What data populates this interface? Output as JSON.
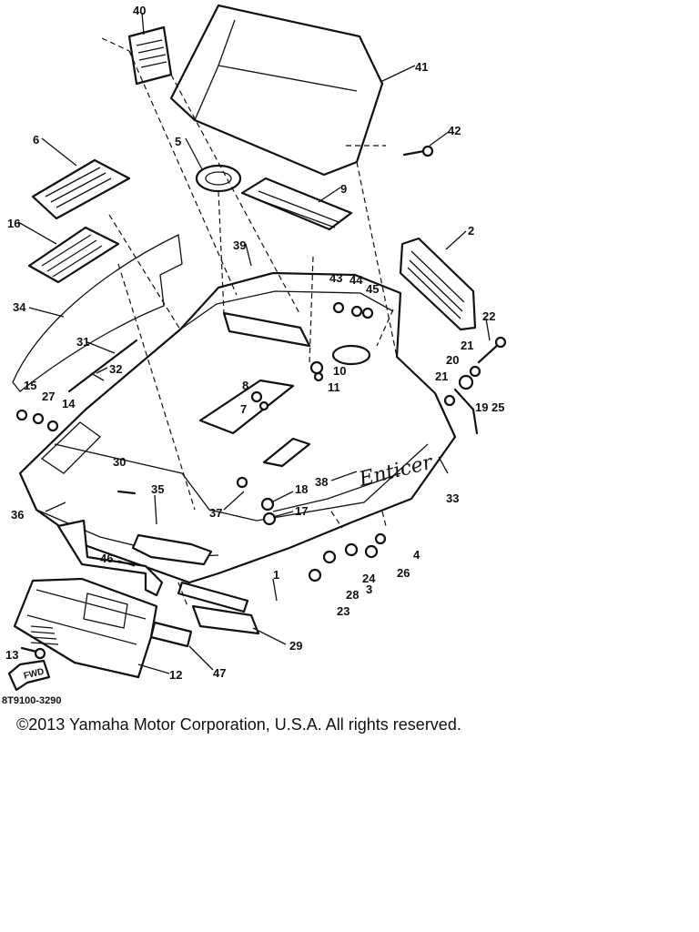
{
  "diagram": {
    "callouts": [
      "40",
      "41",
      "42",
      "5",
      "6",
      "16",
      "9",
      "39",
      "2",
      "43",
      "44",
      "45",
      "22",
      "21",
      "20",
      "34",
      "31",
      "32",
      "15",
      "27",
      "14",
      "8",
      "7",
      "10",
      "11",
      "21",
      "19",
      "25",
      "30",
      "35",
      "38",
      "36",
      "18",
      "17",
      "37",
      "33",
      "46",
      "4",
      "26",
      "3",
      "24",
      "28",
      "23",
      "1",
      "29",
      "13",
      "12",
      "47"
    ],
    "brand_script": "Enticer",
    "front_arrow_text": "FWD",
    "catalog_number": "8T9100-3290"
  },
  "footer": {
    "copyright": "©2013 Yamaha Motor Corporation, U.S.A. All rights reserved."
  }
}
